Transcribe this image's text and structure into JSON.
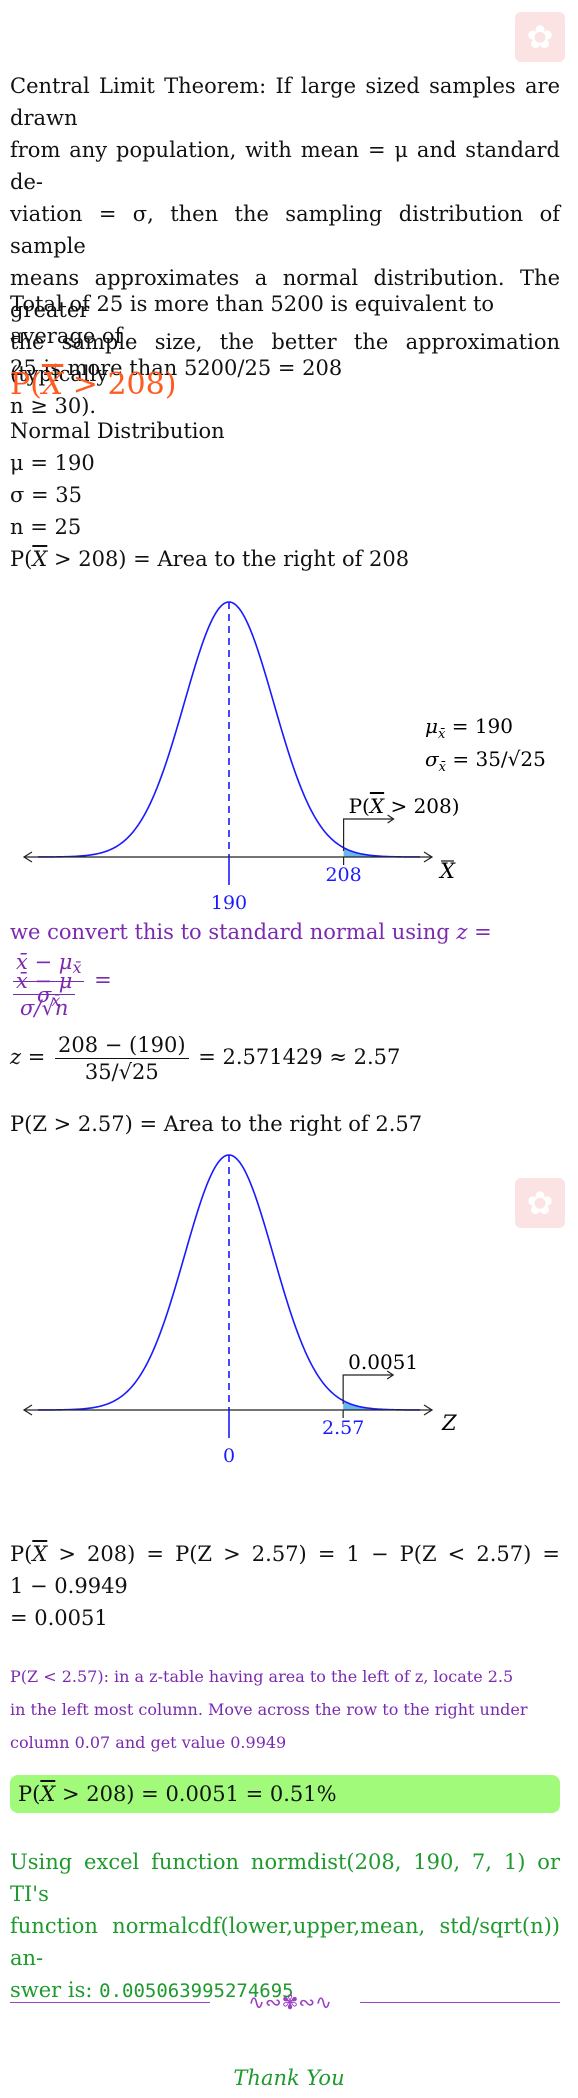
{
  "intro": {
    "clt_line1": "Central Limit Theorem: If large sized samples are drawn",
    "clt_line2": "from any population, with mean = μ and standard de-",
    "clt_line3": "viation = σ, then the sampling distribution of sample",
    "clt_line4": "means approximates a normal distribution. The greater",
    "clt_line5": "the sample size, the better the approximation (typically",
    "clt_line6": "n ≥ 30).",
    "total_line1": "Total of 25 is more than 5200 is equivalent to average of",
    "total_line2": "25 is more than 5200/25 = 208"
  },
  "heading": {
    "p_prefix": "P(",
    "p_var": "X",
    "p_suffix": " > 208)"
  },
  "params": {
    "title": "Normal Distribution",
    "mu": "μ = 190",
    "sigma": "σ = 35",
    "n": "n = 25",
    "prob_prefix": "P(",
    "prob_var": "X",
    "prob_suffix": " > 208) = Area to the right of 208"
  },
  "curve1": {
    "mean_label": "190",
    "cut_label": "208",
    "axis_label": "X",
    "mu_label": "μ",
    "mu_sub": "x̄",
    "mu_value": " = 190",
    "sigma_label": "σ",
    "sigma_sub": "x̄",
    "sigma_value": " = 35/√25",
    "area_prefix": "P(",
    "area_var": "X",
    "area_suffix": " > 208)",
    "mean": 190,
    "sd": 7,
    "cut": 208,
    "range": [
      160,
      220
    ]
  },
  "convert": {
    "text": "we convert this to standard normal using ",
    "z_eq": "z =",
    "num1": "x̄ − μ",
    "num1_sub": "x̄",
    "den1": "σ",
    "den1_sub": "x̄",
    "eq": "=",
    "num2": "x̄ − μ",
    "den2": "σ/√n"
  },
  "zcalc": {
    "z_eq": "z =",
    "num": "208 − (190)",
    "den": "35/√25",
    "result": "= 2.571429 ≈ 2.57"
  },
  "zprob": {
    "text": "P(Z > 2.57) = Area to the right of 2.57"
  },
  "curve2": {
    "mean_label": "0",
    "cut_label": "2.57",
    "axis_label": "Z",
    "area_value": "0.0051",
    "mean": 0,
    "sd": 1,
    "cut": 2.57,
    "range": [
      -4.3,
      4.3
    ]
  },
  "result": {
    "line1_prefix": "P(",
    "line1_var": "X",
    "line1_suffix": " > 208) = P(Z > 2.57) = 1 − P(Z < 2.57) =",
    "line2": "1 − 0.9949",
    "line3": "= 0.0051"
  },
  "table_note": {
    "line1": "P(Z < 2.57): in a z-table having area to the left of z, locate 2.5",
    "line2": "in the left most column. Move across the row to the right under",
    "line3": "column 0.07 and get value 0.9949"
  },
  "answer": {
    "prefix": "P(",
    "var": "X",
    "suffix": " > 208) = 0.0051 = 0.51%"
  },
  "excel": {
    "line1": "Using excel function normdist(208, 190, 7, 1) or TI's",
    "line2": "function normalcdf(lower,upper,mean, std/sqrt(n)) an-",
    "line3_prefix": "swer is: ",
    "line3_value": "0.005063995274695"
  },
  "footer": {
    "ornament": "∿∾✾∾∿",
    "thanks": "Thank You"
  },
  "colors": {
    "curve": "#1a1aff",
    "fill": "#69b8ec",
    "purple": "#7b2ab0",
    "orange": "#ff5a1f",
    "green": "#1f9a2e",
    "answer_bg": "#a2fa7a"
  }
}
